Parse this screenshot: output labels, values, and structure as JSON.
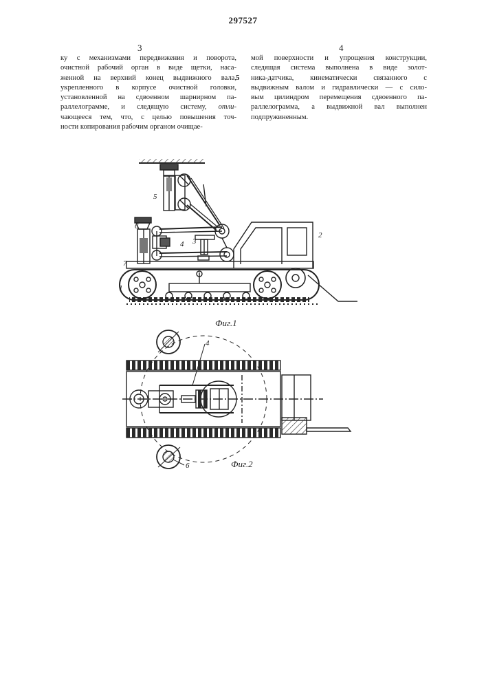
{
  "patent_number": "297527",
  "column_numbers": {
    "left": "3",
    "right": "4"
  },
  "line_marker": "5",
  "left_column": {
    "lines": [
      "ку с механизмами передвижения и поворота,",
      "очистной рабочий орган в виде щетки, наса-",
      "женной на верхний конец выдвижного вала,",
      "укрепленного в корпусе очистной головки,",
      "установленной на сдвоенном шарнирном па-",
      "раллелограмме, и следящую систему,",
      "чающееся тем, что, с целью повышения точ-",
      "ности копирования рабочим органом очищае-"
    ],
    "italic_fragment_1": "отли-",
    "italic_fragment_2": "чающееся"
  },
  "right_column": {
    "lines": [
      "мой поверхности и упрощения конструкции,",
      "следящая система выполнена в виде золот-",
      "ника-датчика, кинематически связанного с",
      "выдвижным валом и гидравлически — с сило-",
      "вым цилиндром перемещения сдвоенного па-",
      "раллелограмма, а выдвижной вал выполнен",
      "подпружиненным."
    ]
  },
  "figure1": {
    "caption": "Фиг.1",
    "labels": [
      "1",
      "2",
      "3",
      "4",
      "5",
      "6",
      "7"
    ]
  },
  "figure2": {
    "caption": "Фиг.2",
    "labels": [
      "4",
      "6"
    ]
  }
}
